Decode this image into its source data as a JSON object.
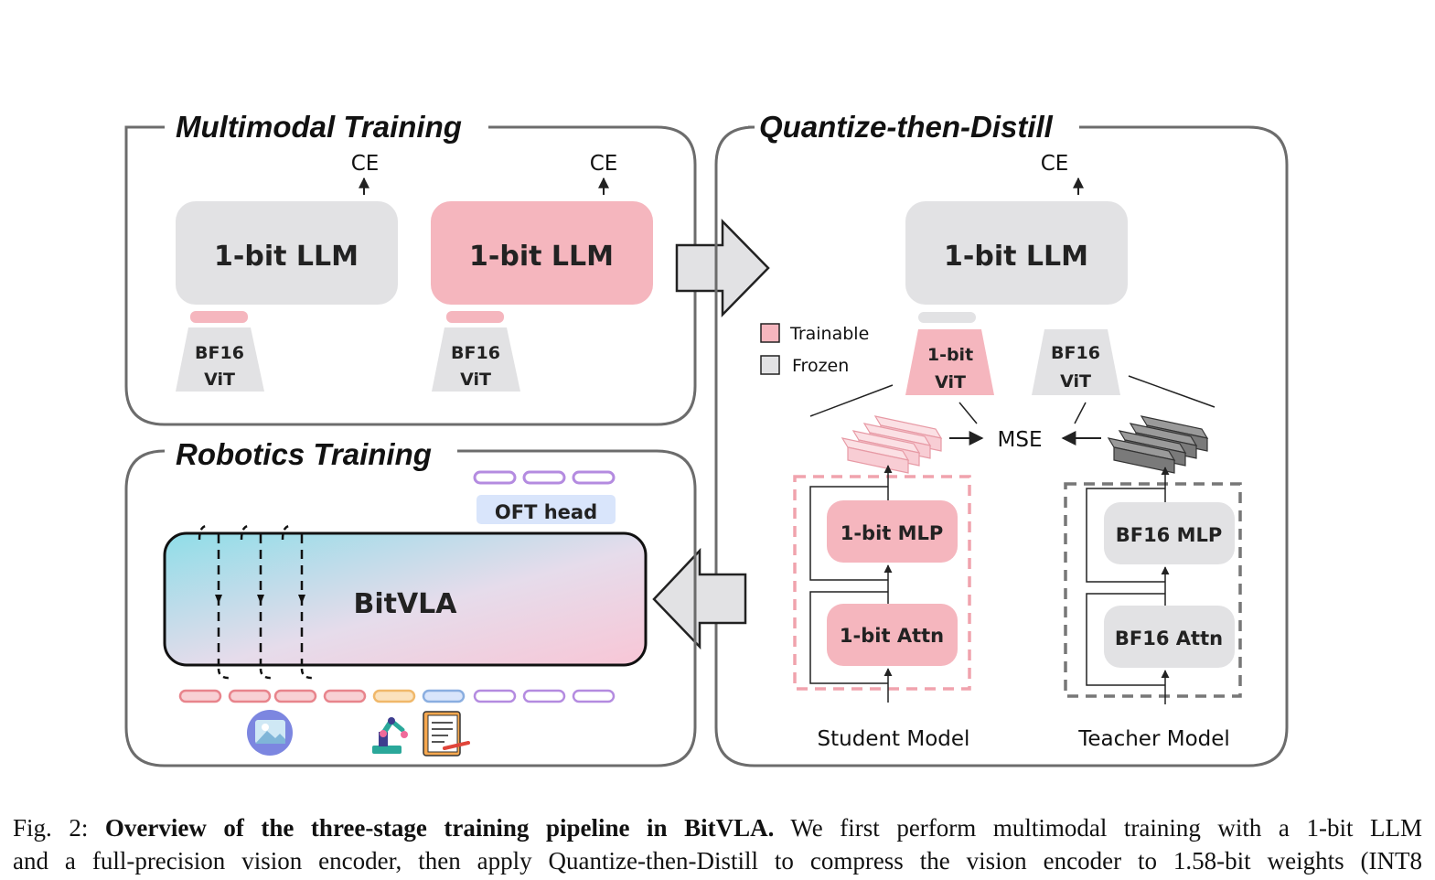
{
  "panels": {
    "multimodal": {
      "title": "Multimodal Training"
    },
    "distill": {
      "title": "Quantize-then-Distill"
    },
    "robotics": {
      "title": "Robotics Training"
    }
  },
  "labels": {
    "ce": "CE",
    "llm": "1-bit LLM",
    "bf16": "BF16",
    "vit": "ViT",
    "one_bit": "1-bit",
    "mse": "MSE",
    "oft_head": "OFT head",
    "bitvla": "BitVLA",
    "student_mlp": "1-bit MLP",
    "student_attn": "1-bit Attn",
    "teacher_mlp": "BF16 MLP",
    "teacher_attn": "BF16 Attn",
    "student_model": "Student Model",
    "teacher_model": "Teacher Model"
  },
  "legend": {
    "trainable": "Trainable",
    "frozen": "Frozen"
  },
  "colors": {
    "trainable_pink": "#f5b6be",
    "frozen_gray": "#e2e2e4",
    "token_red": "#e8848c",
    "token_orange": "#f0b86a",
    "token_blue": "#8aaee0",
    "token_purple": "#b48be0",
    "oft_bg": "#d9e5fb"
  },
  "caption": {
    "prefix": "Fig. 2: ",
    "bold": "Overview of the three-stage training pipeline in BitVLA.",
    "line1_rest": " We first perform multimodal training with a 1-bit LLM",
    "line2": "and a full-precision vision encoder, then apply Quantize-then-Distill to compress the vision encoder to 1.58-bit weights (INT8"
  }
}
